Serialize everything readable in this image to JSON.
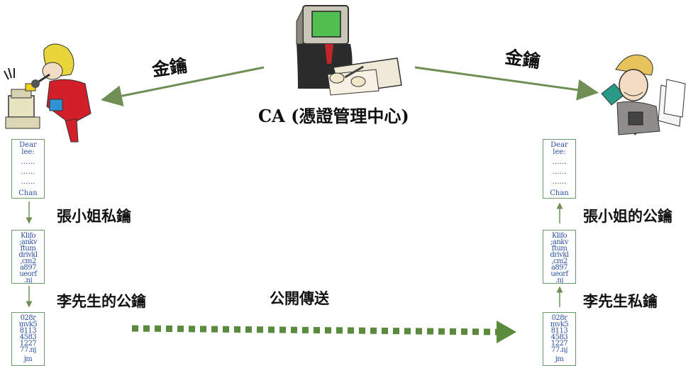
{
  "ca_label": "CA (憑證管理中心)",
  "key_left": "金鑰",
  "key_right": "金鑰",
  "sender_private_key": "張小姐私鑰",
  "receiver_public_key": "李先生的公鑰",
  "public_transmit": "公開傳送",
  "receiver_private_key": "李先生私鑰",
  "sender_public_key": "張小姐的公鑰",
  "doc_plain": [
    "Dear",
    "lee:",
    "……",
    "……",
    "……",
    "Chan"
  ],
  "doc_cipher1": [
    "Klifo",
    ";ankv",
    "ftum",
    "drivkl",
    ",cm2",
    "a897",
    "ueorf",
    ".nj"
  ],
  "doc_cipher2": [
    "028r",
    "mvk5",
    "8113",
    "4583",
    "1227",
    "77.nj",
    "jm"
  ],
  "colors": {
    "arrow": "#6f8f55",
    "transmit": "#5a8a3c",
    "doc_text": "#2a4fa0"
  }
}
